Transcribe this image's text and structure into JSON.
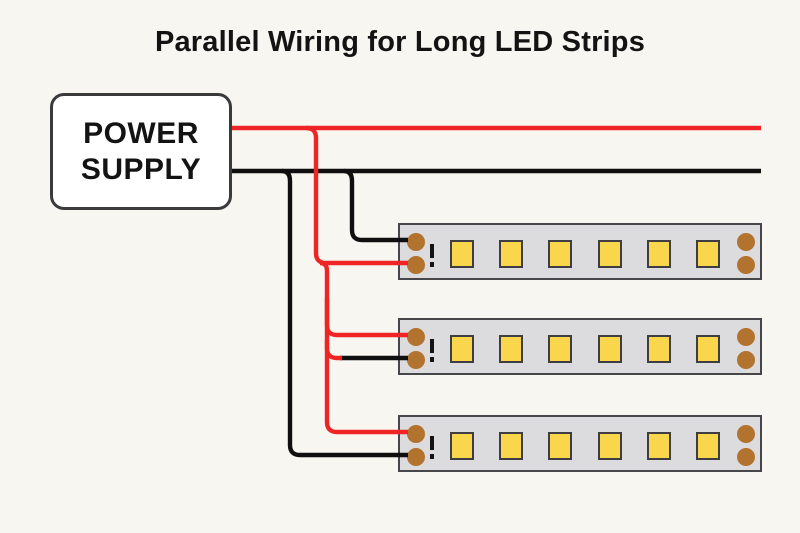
{
  "title": "Parallel Wiring for Long LED Strips",
  "power_supply": {
    "label_line1": "POWER",
    "label_line2": "SUPPLY"
  },
  "colors": {
    "background": "#f8f6f1",
    "text": "#131313",
    "positive_wire_red": "#ee2524",
    "negative_wire_black": "#0f0f0f",
    "power_box_border": "#3a3a3d",
    "power_box_fill": "#ffffff",
    "strip_fill": "#dcdcde",
    "strip_border": "#47474b",
    "led_fill": "#f9d64b",
    "led_border": "#3e3e42",
    "solder_pad_copper": "#b2732f"
  },
  "icons": {
    "polarity_mark": "exclamation-mark"
  },
  "wiring": {
    "bus_wires": [
      {
        "color": "red",
        "from": "power-supply",
        "role": "positive-bus"
      },
      {
        "color": "black",
        "from": "power-supply",
        "role": "negative-bus"
      }
    ],
    "topology": "parallel"
  },
  "led_strips": [
    {
      "name": "strip-1",
      "led_count": 6,
      "top_pad_wire_color": "black",
      "bottom_pad_wire_color": "red"
    },
    {
      "name": "strip-2",
      "led_count": 6,
      "top_pad_wire_color": "red",
      "bottom_pad_wire_color": "black"
    },
    {
      "name": "strip-3",
      "led_count": 6,
      "top_pad_wire_color": "red",
      "bottom_pad_wire_color": "black"
    }
  ]
}
